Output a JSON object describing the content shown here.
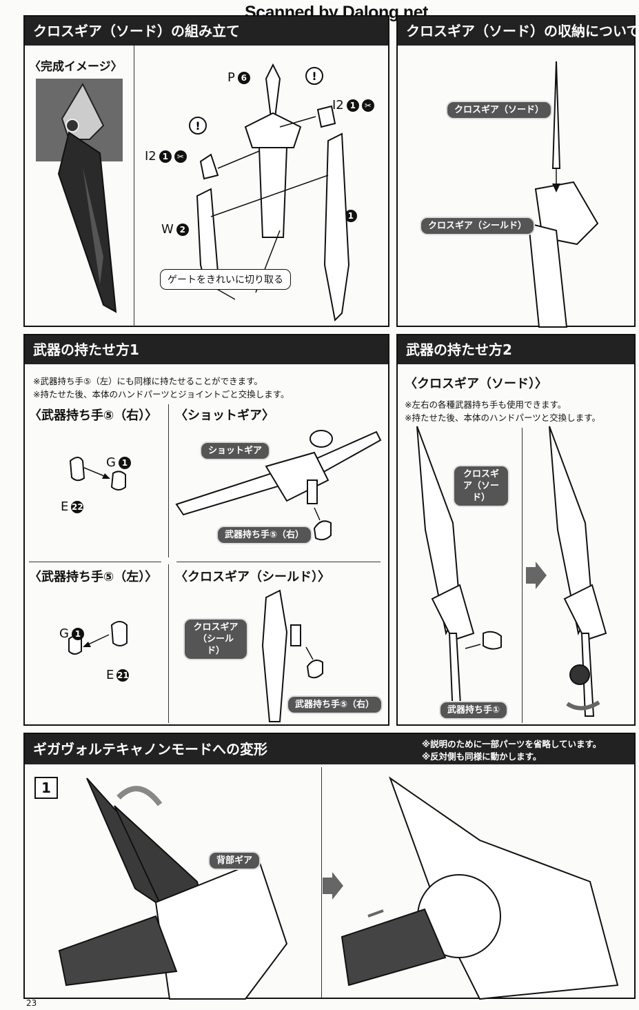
{
  "watermark": "Scanned by Dalong.net",
  "page_number": "23",
  "panel_assembly": {
    "title": "クロスギア（ソード）の組み立て",
    "image_heading": "〈完成イメージ〉",
    "gate_note": "ゲートをきれいに切り取る",
    "parts": {
      "p6": {
        "letter": "P",
        "num": "6"
      },
      "i2_top": {
        "letter": "I2",
        "num": "1"
      },
      "i2_left": {
        "letter": "I2",
        "num": "1"
      },
      "w2": {
        "letter": "W",
        "num": "2"
      },
      "w1": {
        "letter": "W",
        "num": "1"
      }
    }
  },
  "panel_storage": {
    "title": "クロスギア（ソード）の収納について",
    "label_sword": "クロスギア（ソード）",
    "label_shield": "クロスギア（シールド）"
  },
  "panel_hold1": {
    "title": "武器の持たせ方1",
    "note1": "※武器持ち手⑤（左）にも同様に持たせることができます。",
    "note2": "※持たせた後、本体のハンドパーツとジョイントごと交換します。",
    "sub_right_hand": "〈武器持ち手⑤（右）〉",
    "sub_shot_gear": "〈ショットギア〉",
    "sub_left_hand": "〈武器持ち手⑤（左）〉",
    "sub_cross_shield": "〈クロスギア（シールド）〉",
    "label_shot_gear": "ショットギア",
    "label_hand_right": "武器持ち手⑤（右）",
    "label_cross_shield": "クロスギア（シールド）",
    "label_hand_right2": "武器持ち手⑤（右）",
    "parts": {
      "g1a": {
        "letter": "G",
        "num": "1"
      },
      "e22": {
        "letter": "E",
        "num": "22"
      },
      "g1b": {
        "letter": "G",
        "num": "1"
      },
      "e21": {
        "letter": "E",
        "num": "21"
      }
    }
  },
  "panel_hold2": {
    "title": "武器の持たせ方2",
    "sub": "〈クロスギア（ソード）〉",
    "note1": "※左右の各種武器持ち手も使用できます。",
    "note2": "※持たせた後、本体のハンドパーツと交換します。",
    "label_sword": "クロスギア（ソード）",
    "label_hand": "武器持ち手①"
  },
  "panel_transform": {
    "title": "ギガヴォルテキャノンモードへの変形",
    "note1": "※説明のために一部パーツを省略しています。",
    "note2": "※反対側も同様に動かします。",
    "step": "1",
    "label_back_gear": "背部ギア"
  },
  "colors": {
    "header_bg": "#222222",
    "bubble_bg": "#555555",
    "paper": "#fbfbf9"
  }
}
